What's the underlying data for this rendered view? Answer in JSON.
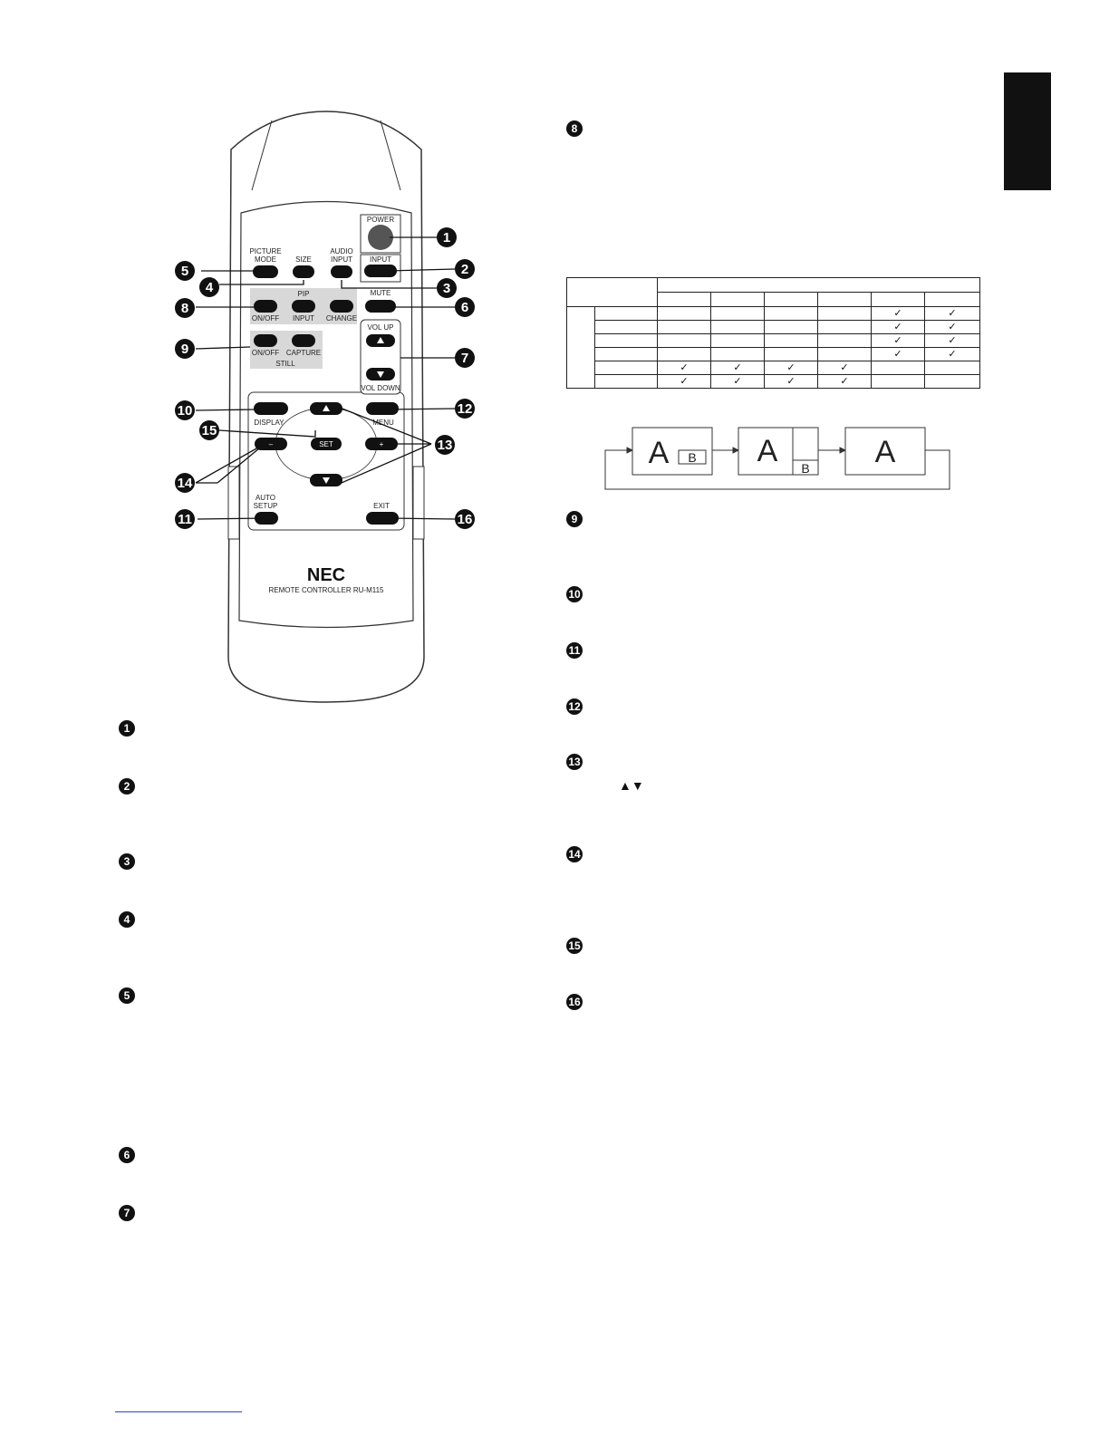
{
  "remote": {
    "brand": "NEC",
    "model": "REMOTE CONTROLLER RU-M115",
    "buttons": {
      "power": "POWER",
      "picture_mode": "PICTURE\nMODE",
      "picture_mode_l1": "PICTURE",
      "picture_mode_l2": "MODE",
      "size": "SIZE",
      "audio_input_l1": "AUDIO",
      "audio_input_l2": "INPUT",
      "input": "INPUT",
      "pip": "PIP",
      "on_off": "ON/OFF",
      "pip_input": "INPUT",
      "change": "CHANGE",
      "mute": "MUTE",
      "still_on_off": "ON/OFF",
      "capture": "CAPTURE",
      "still": "STILL",
      "vol_up": "VOL UP",
      "vol_down": "VOL DOWN",
      "display": "DISPLAY",
      "menu": "MENU",
      "set": "SET",
      "minus": "–",
      "plus": "+",
      "auto_setup_l1": "AUTO",
      "auto_setup_l2": "SETUP",
      "exit": "EXIT"
    }
  },
  "callouts": [
    "1",
    "2",
    "3",
    "4",
    "5",
    "6",
    "7",
    "8",
    "9",
    "10",
    "11",
    "12",
    "13",
    "14",
    "15",
    "16"
  ],
  "left_markers": [
    "1",
    "2",
    "3",
    "4",
    "5",
    "6",
    "7"
  ],
  "right_markers": [
    "8",
    "9",
    "10",
    "11",
    "12",
    "13",
    "14",
    "15",
    "16"
  ],
  "arrow_glyphs": "▲▼",
  "pip_table": {
    "rows": [
      [
        "",
        "",
        "",
        "",
        "✓",
        "✓"
      ],
      [
        "",
        "",
        "",
        "",
        "✓",
        "✓"
      ],
      [
        "",
        "",
        "",
        "",
        "✓",
        "✓"
      ],
      [
        "",
        "",
        "",
        "",
        "✓",
        "✓"
      ],
      [
        "✓",
        "✓",
        "✓",
        "✓",
        "",
        ""
      ],
      [
        "✓",
        "✓",
        "✓",
        "✓",
        "",
        ""
      ]
    ]
  },
  "pip_diagram": {
    "main_label": "A",
    "sub_label": "B"
  }
}
